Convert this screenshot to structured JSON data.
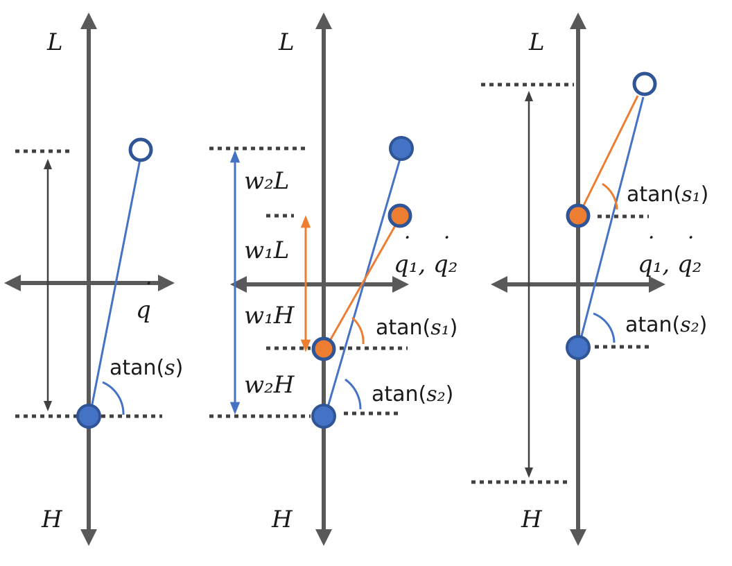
{
  "panels": [
    {
      "top_label": "L",
      "bottom_label": "H",
      "velocity_label": "q",
      "angle_labels": [
        "atan(",
        "s",
        ")"
      ]
    },
    {
      "top_label": "L",
      "bottom_label": "H",
      "velocity_label": "q₁, q₂",
      "weights": [
        "w₂L",
        "w₁L",
        "w₁H",
        "w₂H"
      ],
      "angle1": [
        "atan(",
        "s₁",
        ")"
      ],
      "angle2": [
        "atan(",
        "s₂",
        ")"
      ]
    },
    {
      "top_label": "L",
      "bottom_label": "H",
      "velocity_label": "q₁, q₂",
      "angle1": [
        "atan(",
        "s₁",
        ")"
      ],
      "angle2": [
        "atan(",
        "s₂",
        ")"
      ]
    }
  ],
  "colors": {
    "blue": "#4472c4",
    "orange": "#ed7d31",
    "axis": "#595959",
    "dark_blue": "#2f5597"
  }
}
